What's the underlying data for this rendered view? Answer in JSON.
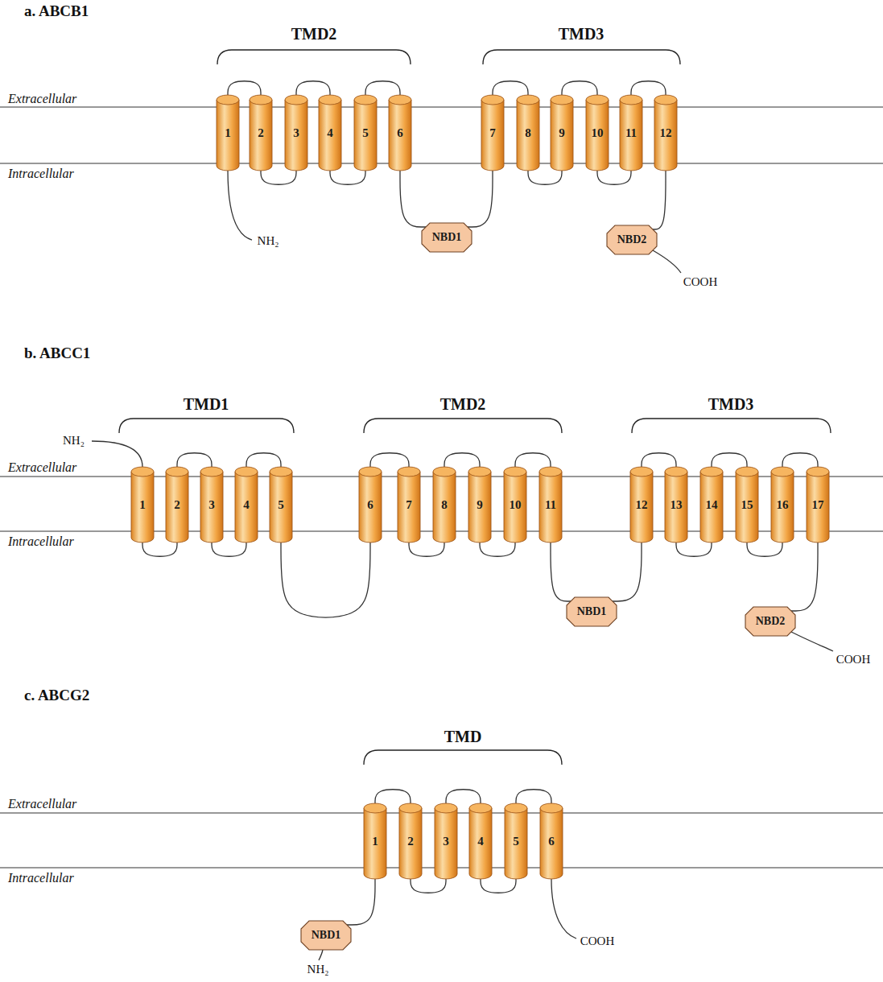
{
  "diagram": {
    "nodes": [
      {
        "text": [
          "1"
        ]
      },
      {
        "text": [
          "2"
        ]
      },
      {
        "text": [
          "3"
        ]
      },
      {
        "text": [
          "4"
        ]
      },
      {
        "text": [
          "5"
        ]
      },
      {
        "text": [
          "6"
        ]
      },
      {
        "text": [
          "7"
        ]
      },
      {
        "text": [
          "8"
        ]
      },
      {
        "text": [
          "9"
        ]
      },
      {
        "text": [
          "10"
        ]
      },
      {
        "text": [
          "11"
        ]
      },
      {
        "text": [
          "12"
        ]
      },
      {
        "text": [
          "NBD1"
        ]
      },
      {
        "text": [
          "NBD2"
        ]
      },
      {
        "text": [
          "1"
        ]
      },
      {
        "text": [
          "2"
        ]
      },
      {
        "text": [
          "3"
        ]
      },
      {
        "text": [
          "4"
        ]
      },
      {
        "text": [
          "5"
        ]
      },
      {
        "text": [
          "6"
        ]
      },
      {
        "text": [
          "7"
        ]
      },
      {
        "text": [
          "8"
        ]
      },
      {
        "text": [
          "9"
        ]
      },
      {
        "text": [
          "10"
        ]
      },
      {
        "text": [
          "11"
        ]
      },
      {
        "text": [
          "12"
        ]
      },
      {
        "text": [
          "13"
        ]
      },
      {
        "text": [
          "14"
        ]
      },
      {
        "text": [
          "15"
        ]
      },
      {
        "text": [
          "16"
        ]
      },
      {
        "text": [
          "17"
        ]
      },
      {
        "text": [
          "NBD1"
        ]
      },
      {
        "text": [
          "NBD2"
        ]
      },
      {
        "text": [
          "1"
        ]
      },
      {
        "text": [
          "2"
        ]
      },
      {
        "text": [
          "3"
        ]
      },
      {
        "text": [
          "4"
        ]
      },
      {
        "text": [
          "5"
        ]
      },
      {
        "text": [
          "6"
        ]
      },
      {
        "text": [
          "NBD1"
        ]
      }
    ],
    "edges": [
      {
        "from": 0,
        "to": 1,
        "arrow": "none"
      },
      {
        "from": 1,
        "to": 2,
        "arrow": "none"
      },
      {
        "from": 2,
        "to": 3,
        "arrow": "none"
      },
      {
        "from": 3,
        "to": 4,
        "arrow": "none"
      },
      {
        "from": 4,
        "to": 5,
        "arrow": "none"
      },
      {
        "from": 5,
        "to": 12,
        "arrow": "none"
      },
      {
        "from": 12,
        "to": 6,
        "arrow": "none"
      },
      {
        "from": 6,
        "to": 7,
        "arrow": "none"
      },
      {
        "from": 7,
        "to": 8,
        "arrow": "none"
      },
      {
        "from": 8,
        "to": 9,
        "arrow": "none"
      },
      {
        "from": 9,
        "to": 10,
        "arrow": "none"
      },
      {
        "from": 10,
        "to": 11,
        "arrow": "none"
      },
      {
        "from": 11,
        "to": 13,
        "arrow": "none"
      },
      {
        "from": 14,
        "to": 15,
        "arrow": "none"
      },
      {
        "from": 15,
        "to": 16,
        "arrow": "none"
      },
      {
        "from": 16,
        "to": 17,
        "arrow": "none"
      },
      {
        "from": 17,
        "to": 18,
        "arrow": "none"
      },
      {
        "from": 18,
        "to": 19,
        "arrow": "none"
      },
      {
        "from": 19,
        "to": 20,
        "arrow": "none"
      },
      {
        "from": 20,
        "to": 21,
        "arrow": "none"
      },
      {
        "from": 21,
        "to": 22,
        "arrow": "none"
      },
      {
        "from": 22,
        "to": 23,
        "arrow": "none"
      },
      {
        "from": 23,
        "to": 24,
        "arrow": "none"
      },
      {
        "from": 24,
        "to": 31,
        "arrow": "none"
      },
      {
        "from": 31,
        "to": 25,
        "arrow": "none"
      },
      {
        "from": 25,
        "to": 26,
        "arrow": "none"
      },
      {
        "from": 26,
        "to": 27,
        "arrow": "none"
      },
      {
        "from": 27,
        "to": 28,
        "arrow": "none"
      },
      {
        "from": 28,
        "to": 29,
        "arrow": "none"
      },
      {
        "from": 29,
        "to": 30,
        "arrow": "none"
      },
      {
        "from": 30,
        "to": 32,
        "arrow": "none"
      },
      {
        "from": 39,
        "to": 33,
        "arrow": "none"
      },
      {
        "from": 33,
        "to": 34,
        "arrow": "none"
      },
      {
        "from": 34,
        "to": 35,
        "arrow": "none"
      },
      {
        "from": 35,
        "to": 36,
        "arrow": "none"
      },
      {
        "from": 36,
        "to": 37,
        "arrow": "none"
      },
      {
        "from": 37,
        "to": 38,
        "arrow": "none"
      }
    ],
    "labels": [
      "a. ABCB1",
      "TMD2",
      "TMD3",
      "Extracellular",
      "Intracellular",
      "NH₂",
      "COOH",
      "b. ABCC1",
      "TMD1",
      "TMD2",
      "TMD3",
      "NH₂",
      "Extracellular",
      "Intracellular",
      "COOH",
      "c. ABCG2",
      "TMD",
      "Extracellular",
      "Intracellular",
      "NH₂",
      "COOH"
    ]
  }
}
